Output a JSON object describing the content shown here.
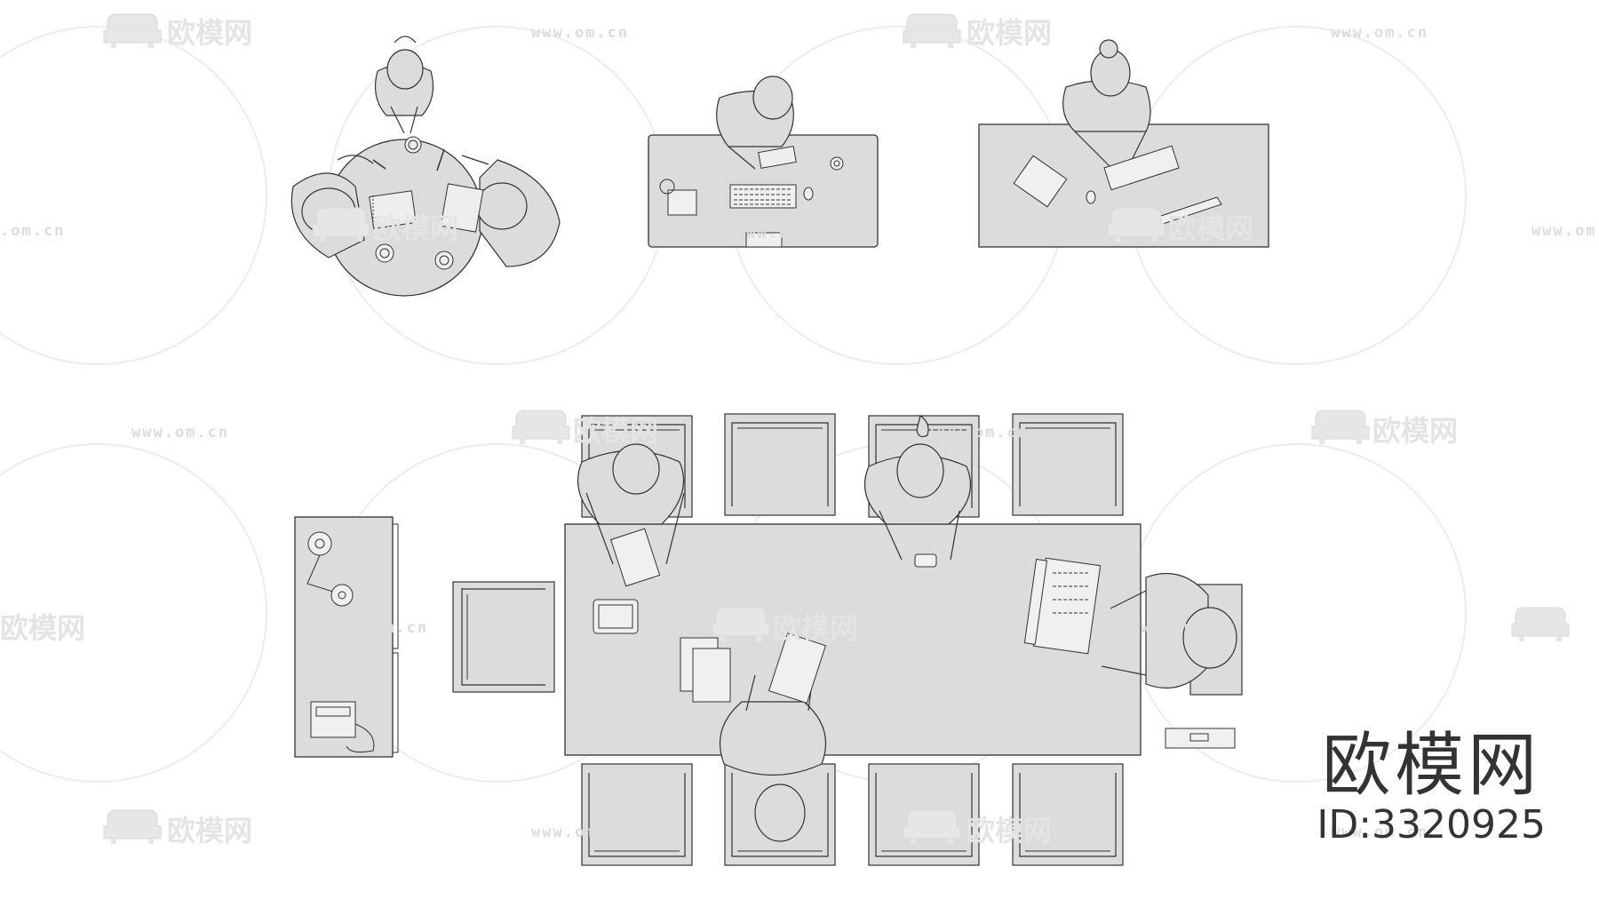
{
  "watermark": {
    "brand_text": "欧模网",
    "url_text": "www.om.cn",
    "url_fragment": ".om.cn"
  },
  "brand_block": {
    "name": "欧模网",
    "id": "ID:3320925"
  },
  "colors": {
    "furniture_fill": "#dcdcdc",
    "stroke": "#333333",
    "watermark": "#e6e6e6"
  },
  "icons": [
    "sofa-logo-icon",
    "telephone-icon",
    "desk-lamp-icon",
    "keyboard-icon",
    "laptop-icon",
    "tablet-icon",
    "smartphone-icon",
    "notebook-icon",
    "coffee-cup-icon",
    "briefcase-icon"
  ]
}
